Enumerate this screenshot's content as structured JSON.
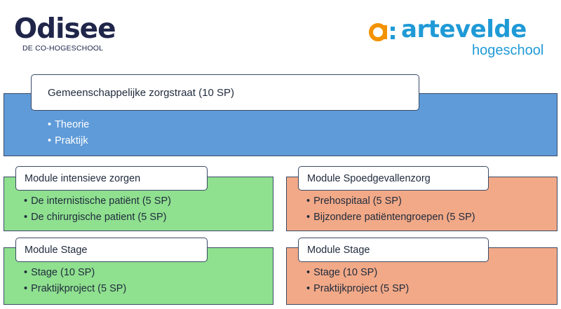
{
  "logos": {
    "odisee": {
      "name": "Odisee",
      "tagline": "DE CO-HOGESCHOOL",
      "color": "#20264a"
    },
    "artevelde": {
      "name": "artevelde",
      "tagline": "hogeschool",
      "color": "#1f9ad6",
      "mark_color": "#f39200"
    }
  },
  "common": {
    "title": "Gemeenschappelijke zorgstraat (10 SP)",
    "items": [
      "Theorie",
      "Praktijk"
    ],
    "color": "#5f9bd8"
  },
  "left_column": {
    "color": "#8fe08f",
    "modules": [
      {
        "title": "Module intensieve zorgen",
        "items": [
          "De internistische patiënt (5 SP)",
          "De chirurgische patient (5 SP)"
        ]
      },
      {
        "title": "Module Stage",
        "items": [
          "Stage (10 SP)",
          "Praktijkproject (5 SP)"
        ]
      }
    ]
  },
  "right_column": {
    "color": "#f2a987",
    "modules": [
      {
        "title": "Module Spoedgevallenzorg",
        "items": [
          "Prehospitaal (5 SP)",
          "Bijzondere patiëntengroepen (5 SP)"
        ]
      },
      {
        "title": "Module Stage",
        "items": [
          "Stage (10 SP)",
          "Praktijkproject (5 SP)"
        ]
      }
    ]
  }
}
